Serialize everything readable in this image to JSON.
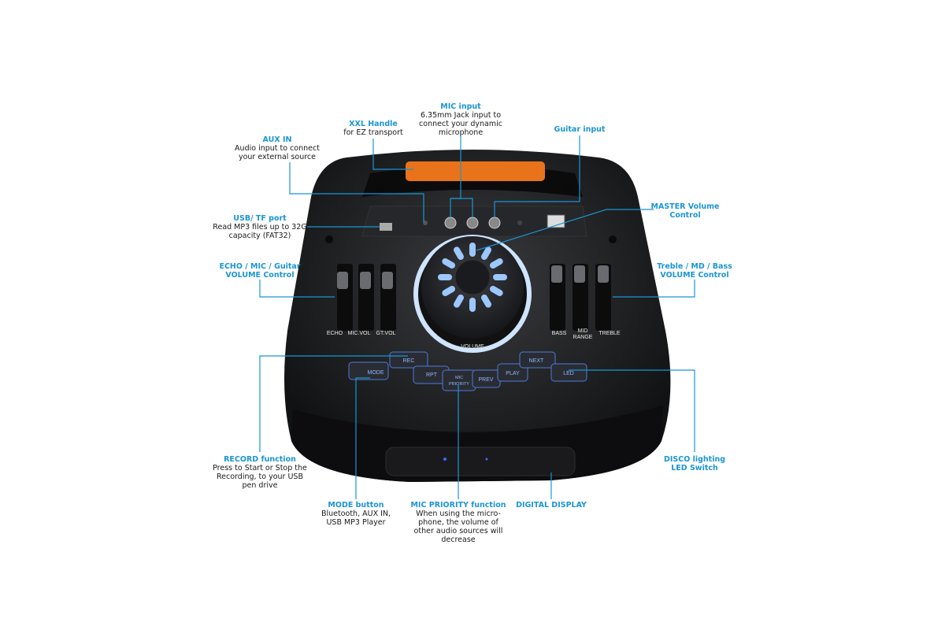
{
  "colors": {
    "accent": "#1b95d4",
    "handle": "#e8731a",
    "body": "#1e1f21",
    "glow": "#5aa8ff"
  },
  "callouts": {
    "aux_in": {
      "title": "AUX IN",
      "desc": [
        "Audio input to connect",
        "your external source"
      ]
    },
    "handle": {
      "title": "XXL Handle",
      "desc": [
        "for EZ transport"
      ]
    },
    "mic_input": {
      "title": "MIC input",
      "desc": [
        "6.35mm Jack input to",
        "connect your dynamic",
        "microphone"
      ]
    },
    "guitar_input": {
      "title": "Guitar input",
      "desc": []
    },
    "usb_tf": {
      "title": "USB/ TF port",
      "desc": [
        "Read MP3 files up to 32G",
        "capacity (FAT32)"
      ]
    },
    "master_volume": {
      "title": "MASTER Volume",
      "title2": "Control"
    },
    "echo_mic_guitar": {
      "title": "ECHO / MIC / Guitar",
      "title2": "VOLUME Control"
    },
    "treble_md_bass": {
      "title": "Treble / MD / Bass",
      "title2": "VOLUME Control"
    },
    "record": {
      "title": "RECORD function",
      "desc": [
        "Press to Start or Stop the",
        "Recording, to your USB",
        "pen drive"
      ]
    },
    "disco": {
      "title": "DISCO lighting",
      "title2": "LED Switch"
    },
    "mode": {
      "title": "MODE button",
      "desc": [
        "Bluetooth, AUX IN,",
        "USB MP3 Player"
      ]
    },
    "mic_priority": {
      "title": "MIC PRIORITY function",
      "desc": [
        "When using the micro-",
        "phone, the volume of",
        "other audio sources will",
        "decrease"
      ]
    },
    "display": {
      "title": "DIGITAL DISPLAY"
    }
  },
  "panel": {
    "sliders_left": [
      "ECHO",
      "MIC.VOL",
      "GT.VOL"
    ],
    "sliders_right": [
      "BASS",
      "MID",
      "RANGE",
      "TREBLE"
    ],
    "volume": "VOLUME",
    "buttons": {
      "mode": "MODE",
      "rec": "REC",
      "rpt": "RPT",
      "mic": "MIC",
      "priority": "PRIORITY",
      "prev": "PREV",
      "play": "PLAY",
      "next": "NEXT",
      "led": "LED"
    }
  }
}
